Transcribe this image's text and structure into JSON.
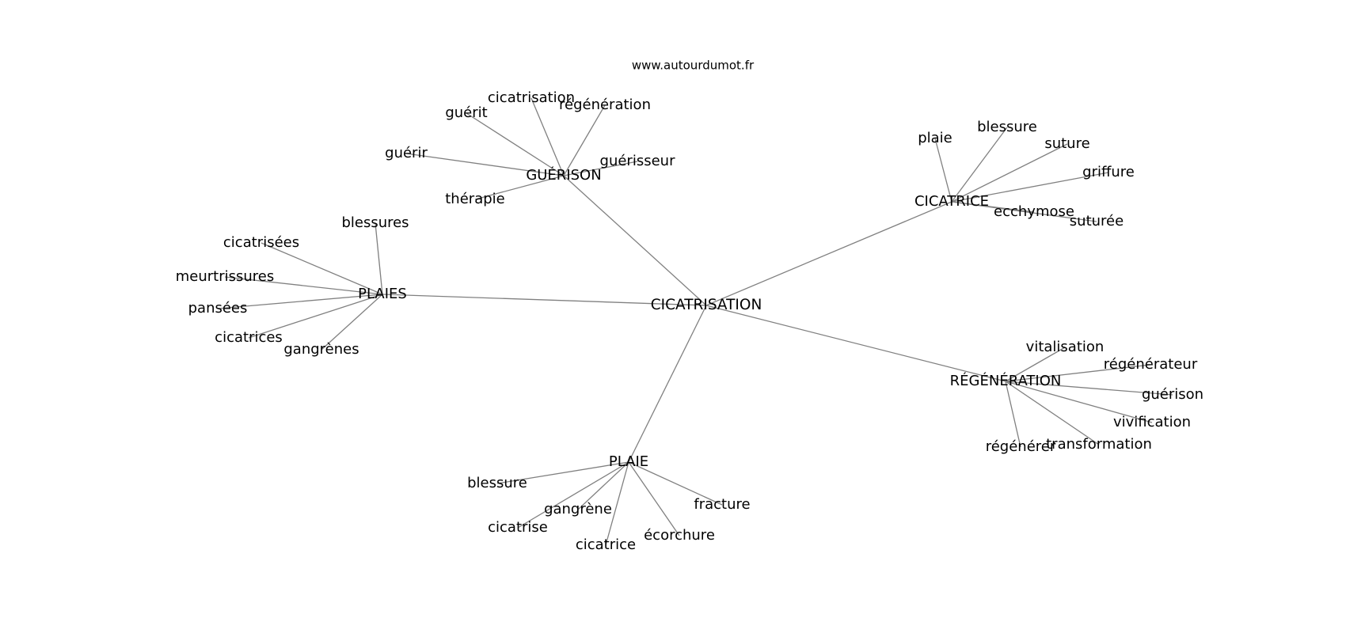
{
  "watermark": "www.autourdumot.fr",
  "graph": {
    "center": "CICATRISATION",
    "groups": [
      {
        "id": "guerison",
        "label": "GUÉRISON",
        "leaves": [
          "cicatrisation",
          "régénération",
          "guérit",
          "guérir",
          "guérisseur",
          "thérapie"
        ]
      },
      {
        "id": "cicatrice",
        "label": "CICATRICE",
        "leaves": [
          "plaie",
          "blessure",
          "suture",
          "griffure",
          "ecchymose",
          "suturée"
        ]
      },
      {
        "id": "plaies",
        "label": "PLAIES",
        "leaves": [
          "blessures",
          "cicatrisées",
          "meurtrissures",
          "pansées",
          "cicatrices",
          "gangrènes"
        ]
      },
      {
        "id": "regeneration",
        "label": "RÉGÉNÉRATION",
        "leaves": [
          "vitalisation",
          "régénérateur",
          "guérison",
          "vivification",
          "transformation",
          "régénérer"
        ]
      },
      {
        "id": "plaie",
        "label": "PLAIE",
        "leaves": [
          "blessure",
          "gangrène",
          "cicatrise",
          "cicatrice",
          "écorchure",
          "fracture"
        ]
      }
    ]
  }
}
